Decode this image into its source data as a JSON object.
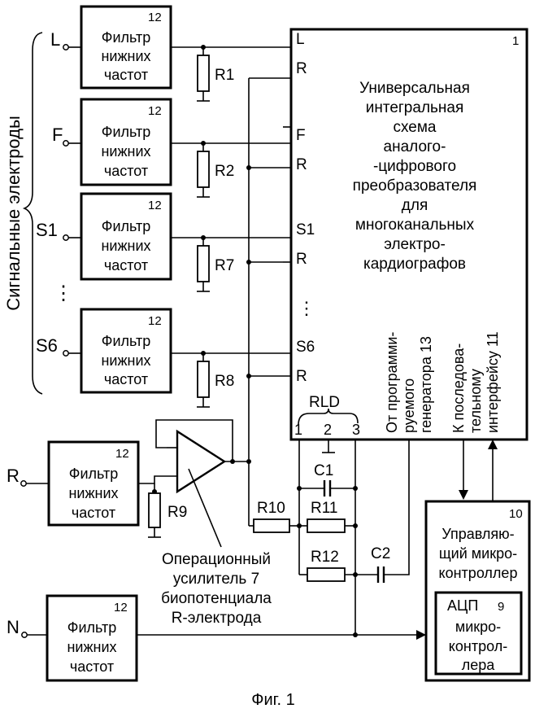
{
  "figure": {
    "caption": "Фиг. 1"
  },
  "electrodes_group_label": "Сигнальные электроды",
  "electrodes": {
    "L": "L",
    "F": "F",
    "S1": "S1",
    "dots": "⋮",
    "S6": "S6",
    "R": "R",
    "N": "N"
  },
  "filter": {
    "line1": "Фильтр",
    "line2": "нижних",
    "line3": "частот",
    "ref": "12"
  },
  "adc_chip": {
    "ref": "1",
    "title": [
      "Универсальная",
      "интегральная",
      "схема",
      "аналого-",
      "-цифрового",
      "преобразователя",
      "для",
      "многоканальных",
      "электро-",
      "кардиографов"
    ],
    "pins": {
      "L": "L",
      "R": "R",
      "F": "F",
      "S1": "S1",
      "S6": "S6",
      "dots": "⋮"
    },
    "rld": {
      "label": "RLD",
      "p1": "1",
      "p2": "2",
      "p3": "3"
    },
    "vertical_labels": {
      "generator": [
        "От программи-",
        "руемого",
        "генератора 13"
      ],
      "interface": [
        "К последова-",
        "тельному",
        "интерфейсу 11"
      ]
    }
  },
  "resistors": {
    "R1": "R1",
    "R2": "R2",
    "R7": "R7",
    "R8": "R8",
    "R9": "R9",
    "R10": "R10",
    "R11": "R11",
    "R12": "R12"
  },
  "capacitors": {
    "C1": "C1",
    "C2": "C2"
  },
  "opamp_label": [
    "Операционный",
    "усилитель 7",
    "биопотенциала",
    "R-электрода"
  ],
  "controller": {
    "ref": "10",
    "lines": [
      "Управляю-",
      "щий микро-",
      "контроллер"
    ]
  },
  "mcu_adc": {
    "title": "АЦП",
    "ref": "9",
    "lines": [
      "микро-",
      "контрол-",
      "лера"
    ]
  }
}
